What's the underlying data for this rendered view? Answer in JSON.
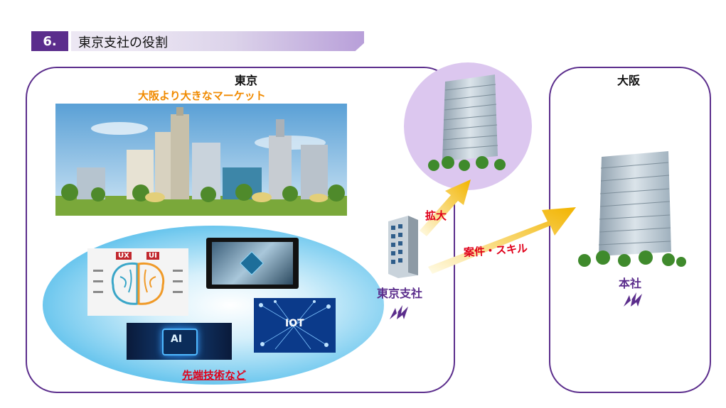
{
  "header": {
    "number": "6.",
    "title": "東京支社の役割"
  },
  "tokyo": {
    "label": "東京",
    "subtitle": "大阪より大きなマーケット",
    "tech_label": "先端技術など",
    "images": {
      "ux": "UX",
      "ui": "UI",
      "ai": "AI",
      "iot": "IOT"
    }
  },
  "branch": {
    "label": "東京支社"
  },
  "arrows": {
    "expand": "拡大",
    "transfer": "案件・スキル"
  },
  "osaka": {
    "label": "大阪",
    "hq_label": "本社"
  }
}
